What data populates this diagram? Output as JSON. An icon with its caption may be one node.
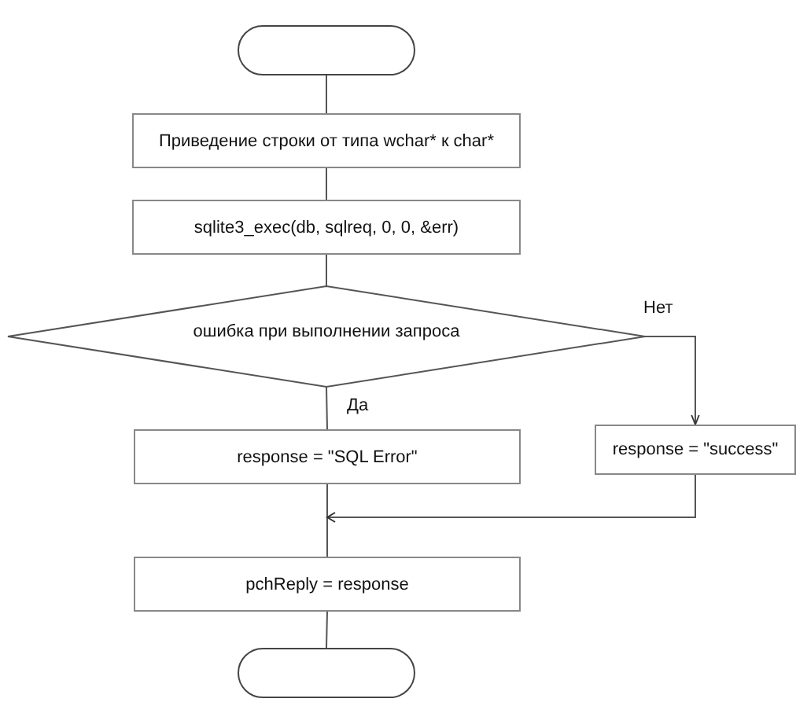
{
  "diagram": {
    "nodes": [
      {
        "text": [],
        "shape": "oval"
      },
      {
        "text": [
          "Приведение строки от типа wchar* к char*"
        ]
      },
      {
        "text": [
          "sqlite3_exec(db, sqlreq, 0, 0, &err)"
        ]
      },
      {
        "text": [
          "ошибка при выполнении запроса"
        ]
      },
      {
        "text": [
          "response = \"SQL Error\""
        ]
      },
      {
        "text": [
          "response = \"success\""
        ]
      },
      {
        "text": [
          "pchReply = response"
        ]
      },
      {
        "text": [],
        "shape": "oval"
      }
    ],
    "edges": [
      {
        "from": 0,
        "to": 1,
        "arrow": "none"
      },
      {
        "from": 1,
        "to": 2,
        "arrow": "none"
      },
      {
        "from": 2,
        "to": 3,
        "arrow": "none"
      },
      {
        "from": 3,
        "to": 4,
        "arrow": "none",
        "label": "Да"
      },
      {
        "from": 3,
        "to": 5,
        "arrow": "to",
        "label": "Нет"
      },
      {
        "from": 4,
        "to": 6,
        "arrow": "none"
      },
      {
        "from": 5,
        "to": 6,
        "arrow": "to"
      },
      {
        "from": 6,
        "to": 7,
        "arrow": "none"
      }
    ]
  }
}
